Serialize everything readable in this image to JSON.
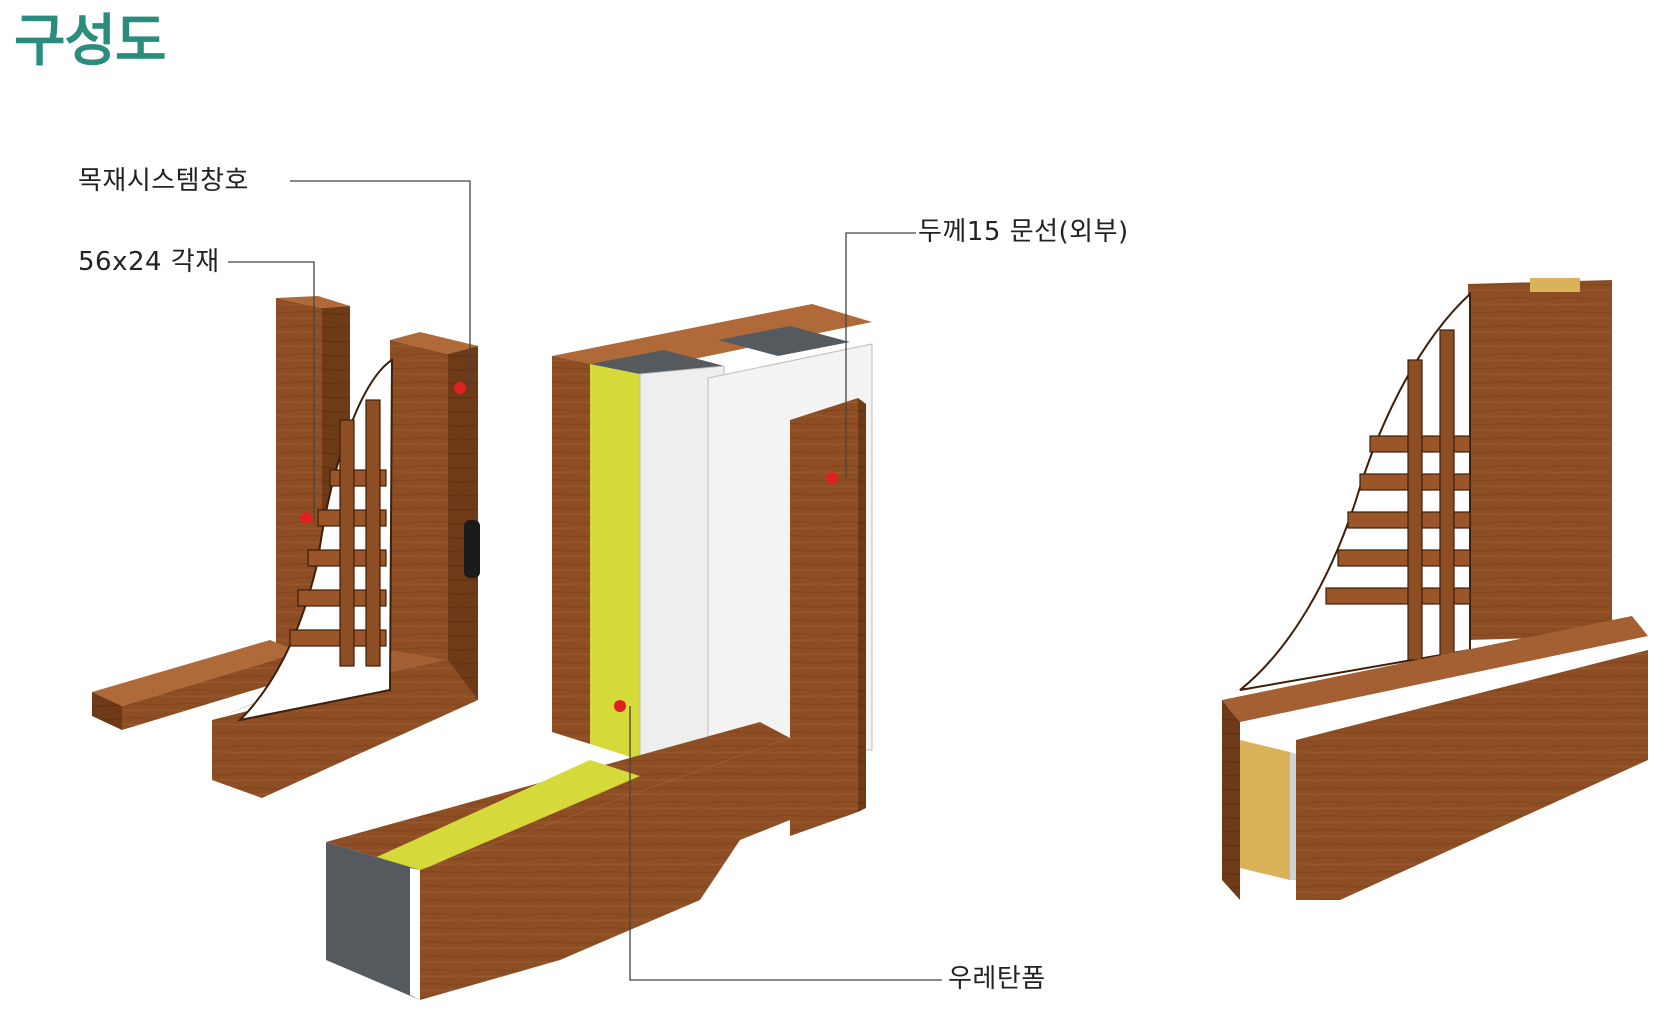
{
  "page": {
    "title": "구성도",
    "accent_color": "#2a8c7c",
    "wood_color": "#8e4e24",
    "foam_color": "#d6d93a",
    "marker_color": "#e02020"
  },
  "callouts": {
    "window": "목재시스템창호",
    "timber": "56x24 각재",
    "casing": "두께15 문선(외부)",
    "foam": "우레탄폼"
  }
}
